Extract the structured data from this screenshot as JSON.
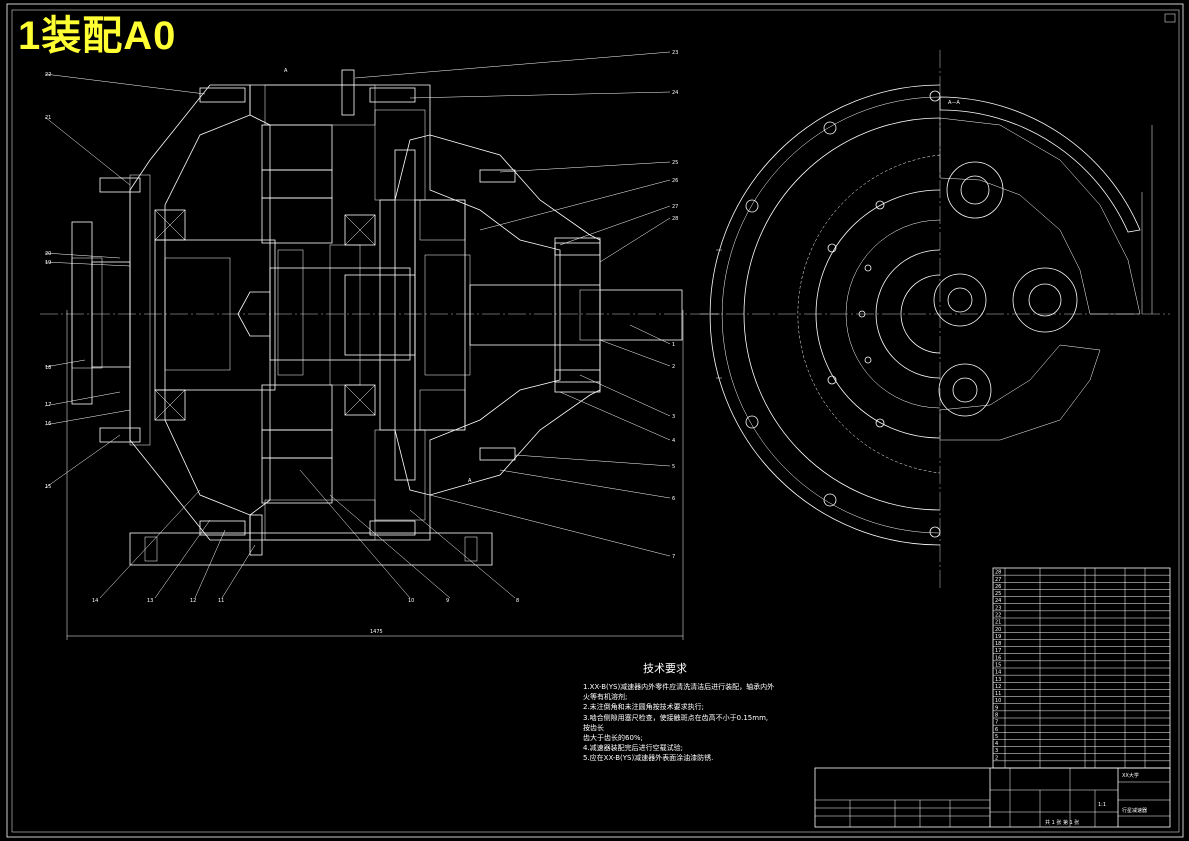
{
  "header": {
    "title": "1装配A0"
  },
  "technical_requirements": {
    "title": "技术要求",
    "notes": [
      "1.XX-B(YS)减速器内外零件应清洗清洁后进行装配，轴承内外",
      "  火等有机溶剂;",
      "2.未注倒角和未注圆角按技术要求执行;",
      "3.啮合侧隙用塞尺检查，使接触斑点在齿高不小于0.15mm,",
      "  按齿长",
      "  齿大于齿长的60%;",
      "4.减速器装配完后进行空载试验;",
      "5.应在XX-B(YS)减速器外表面涂油漆防锈."
    ]
  },
  "part_callouts": [
    "23",
    "24",
    "25",
    "26",
    "27",
    "28",
    "1",
    "2",
    "3",
    "4",
    "5",
    "6",
    "7",
    "8",
    "9",
    "10",
    "11",
    "12",
    "13",
    "14",
    "15",
    "16",
    "17",
    "18",
    "19",
    "20",
    "21",
    "22"
  ],
  "section_label": "A—A",
  "dimension_label": "1475",
  "title_block": {
    "rows": 28,
    "school": "XX大学",
    "drawing_name": "行星减速器",
    "scale": "1:1",
    "sheet": "共 1 张 第 1 张"
  },
  "colors": {
    "drawing": "#ffffff",
    "title_tag": "#ffff33",
    "background": "#000000"
  }
}
